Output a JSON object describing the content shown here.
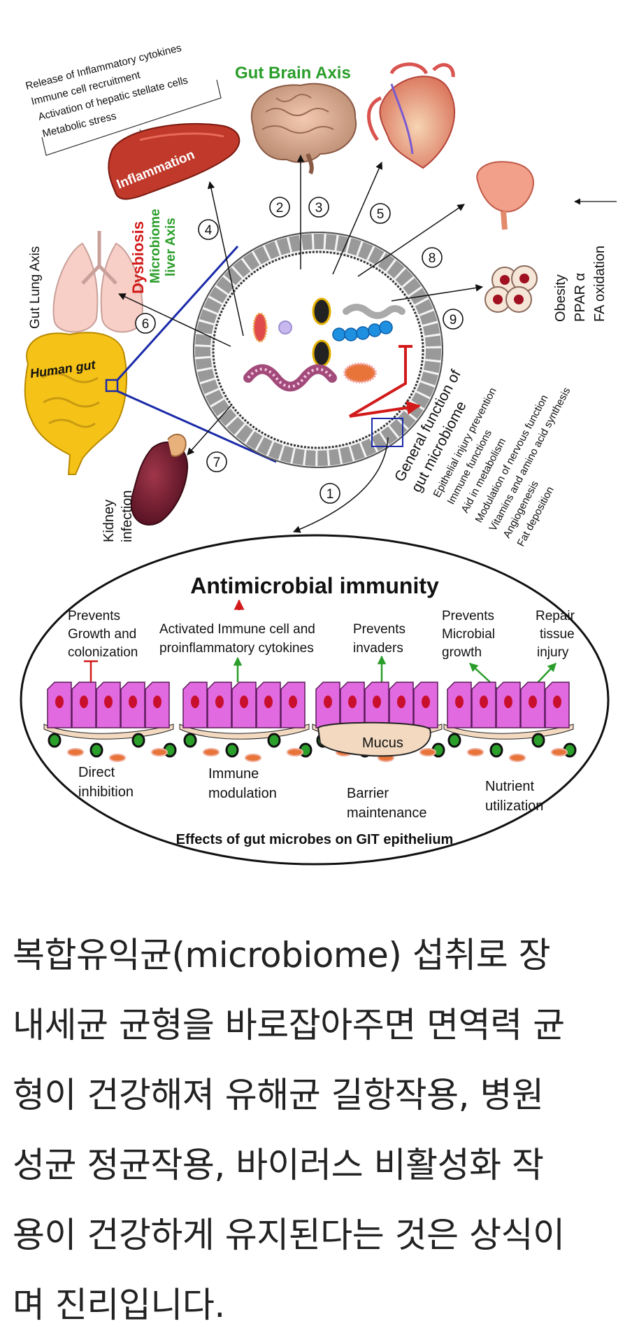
{
  "diagram": {
    "liver_notes": [
      "Release of Inflammatory cytokines",
      "Immune cell recruitment",
      "Activation of hepatic stellate cells",
      "Metabolic stress"
    ],
    "gut_brain_axis": "Gut Brain Axis",
    "inflammation": "Inflammation",
    "dysbiosis": "Dysbiosis",
    "microbiome_liver_axis": [
      "Microbiome",
      "liver Axis"
    ],
    "gut_lung_axis": "Gut Lung Axis",
    "human_gut": "Human gut",
    "kidney_infection": [
      "Kidney",
      "infection"
    ],
    "obesity_labels": [
      "Obesity",
      "PPAR α",
      "FA oxidation"
    ],
    "general_function_title": [
      "General function of",
      "gut microbiome"
    ],
    "general_functions": [
      "Epithelial injury prevention",
      "Immune functions",
      "Aid in metabolism",
      "Modulation of nervous function",
      "Vitamins and amino acid synthesis",
      "Angiogenesis",
      "Fat deposition"
    ],
    "numbers": [
      "1",
      "2",
      "3",
      "4",
      "5",
      "6",
      "7",
      "8",
      "9"
    ],
    "antimicrobial_title": "Antimicrobial immunity",
    "panel_tops": {
      "prevents_growth": [
        "Prevents",
        "Growth and",
        "colonization"
      ],
      "activated": "Activated Immune cell  and",
      "proinflammatory": "proinflammatory cytokines",
      "prevents_invaders": [
        "Prevents",
        "invaders"
      ],
      "prevents_microbial": [
        "Prevents",
        "Microbial",
        "growth"
      ],
      "repair": [
        "Repair",
        "tissue",
        "injury"
      ]
    },
    "panel_bottoms": {
      "direct": [
        "Direct",
        "inhibition"
      ],
      "immune": [
        "Immune",
        "modulation"
      ],
      "barrier": [
        "Barrier",
        "maintenance"
      ],
      "nutrient": [
        "Nutrient",
        "utilization"
      ]
    },
    "mucus": "Mucus",
    "effects_caption": "Effects of  gut microbes on GIT epithelium",
    "colors": {
      "green": "#2a9d2a",
      "red": "#d21a1a",
      "blue": "#1a2aa8",
      "cell": "#e26ae0",
      "nucleus": "#c8102e",
      "liver": "#c0392b",
      "gut": "#f5c218"
    }
  },
  "body_lines": [
    "복합유익균(microbiome) 섭취로 장",
    "내세균 균형을 바로잡아주면 면역력 균",
    "형이 건강해져 유해균 길항작용, 병원",
    "성균 정균작용, 바이러스 비활성화 작",
    "용이 건강하게 유지된다는 것은 상식이",
    "며 진리입니다."
  ]
}
